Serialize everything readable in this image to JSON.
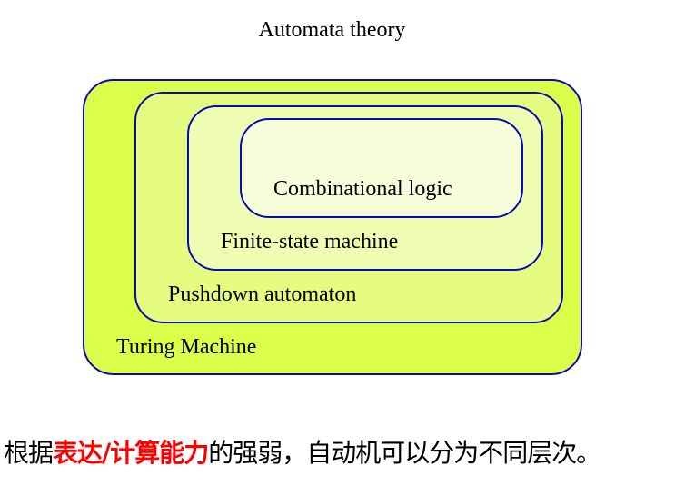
{
  "title": "Automata theory",
  "levels": [
    {
      "label": "Turing Machine",
      "fill": "#dcff4b"
    },
    {
      "label": "Pushdown automaton",
      "fill": "#e6fc80"
    },
    {
      "label": "Finite-state machine",
      "fill": "#eefdb2"
    },
    {
      "label": "Combinational logic",
      "fill": "#f6fed9"
    }
  ],
  "border_color": "#0a0ab4",
  "caption": {
    "prefix": "根据",
    "highlight": "表达/计算能力",
    "suffix": "的强弱，自动机可以分为不同层次。",
    "highlight_color": "#ff0000"
  }
}
